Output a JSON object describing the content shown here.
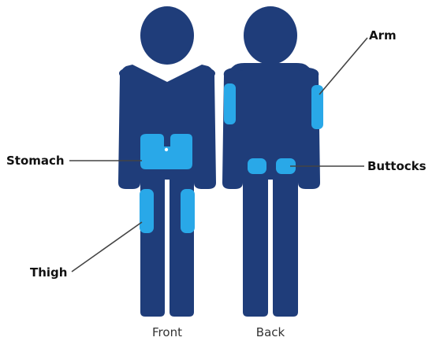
{
  "figures": {
    "front": {
      "caption": "Front"
    },
    "back": {
      "caption": "Back"
    }
  },
  "callouts": {
    "arm": "Arm",
    "stomach": "Stomach",
    "buttocks": "Buttocks",
    "thigh": "Thigh"
  },
  "colors": {
    "body": "#1f3d7a",
    "injection_area": "#29a8e8",
    "leader_line": "#444444",
    "label_text": "#111111",
    "background": "#ffffff"
  }
}
